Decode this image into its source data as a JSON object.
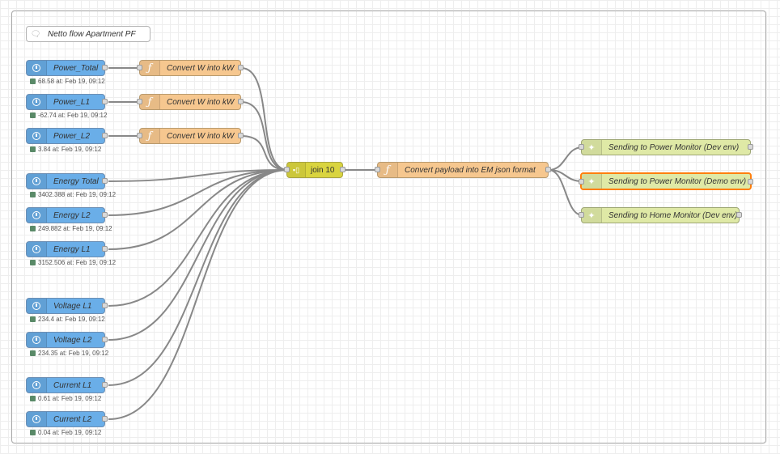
{
  "comment": {
    "label": "Netto flow Apartment PF",
    "icon": "speech-bubble-icon"
  },
  "inject_nodes": [
    {
      "id": "power-total",
      "label": "Power_Total",
      "status": "68.58 at: Feb 19, 09:12"
    },
    {
      "id": "power-l1",
      "label": "Power_L1",
      "status": "-62.74 at: Feb 19, 09:12"
    },
    {
      "id": "power-l2",
      "label": "Power_L2",
      "status": "3.84 at: Feb 19, 09:12"
    },
    {
      "id": "energy-total",
      "label": "Energy Total",
      "status": "3402.388 at: Feb 19, 09:12"
    },
    {
      "id": "energy-l2",
      "label": "Energy L2",
      "status": "249.882 at: Feb 19, 09:12"
    },
    {
      "id": "energy-l1",
      "label": "Energy L1",
      "status": "3152.506 at: Feb 19, 09:12"
    },
    {
      "id": "voltage-l1",
      "label": "Voltage L1",
      "status": "234.4 at: Feb 19, 09:12"
    },
    {
      "id": "voltage-l2",
      "label": "Voltage L2",
      "status": "234.35 at: Feb 19, 09:12"
    },
    {
      "id": "current-l1",
      "label": "Current L1",
      "status": "0.61 at: Feb 19, 09:12"
    },
    {
      "id": "current-l2",
      "label": "Current L2",
      "status": "0.04 at: Feb 19, 09:12"
    }
  ],
  "function_nodes": [
    {
      "label": "Convert W into kW"
    },
    {
      "label": "Convert W into kW"
    },
    {
      "label": "Convert W into kW"
    }
  ],
  "join_node": {
    "label": "join 10",
    "icon": "join-icon"
  },
  "convert_node": {
    "label": "Convert payload into EM json format",
    "icon": "function-icon"
  },
  "mqtt_nodes": [
    {
      "label": "Sending to Power Monitor (Dev env)",
      "selected": false
    },
    {
      "label": "Sending to Power Monitor (Demo env)",
      "selected": true
    },
    {
      "label": "Sending to Home Monitor (Dev env)",
      "selected": false
    }
  ],
  "colors": {
    "inject": "#6aaee8",
    "function": "#f6c78f",
    "join": "#d9d43f",
    "mqtt": "#dfe9a6",
    "selected_border": "#ff7f0e",
    "wire": "#888888",
    "status_dot": "#5a8a68"
  }
}
